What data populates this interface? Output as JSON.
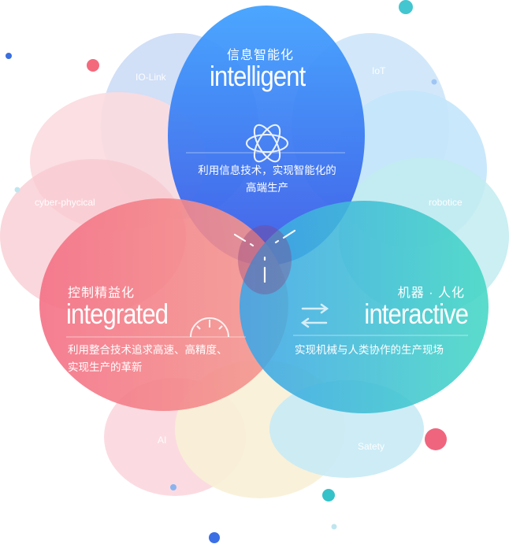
{
  "outer_labels": {
    "io_link": "IO-Link",
    "iot": "IoT",
    "cyber": "cyber-phycical",
    "robotice": "robotice",
    "ai": "AI",
    "safety": "Satety"
  },
  "intelligent": {
    "cn": "信息智能化",
    "en": "intelligent",
    "desc_line1": "利用信息技术，实现智能化的",
    "desc_line2": "高端生产",
    "icon": "atom-icon"
  },
  "integrated": {
    "cn": "控制精益化",
    "en": "integrated",
    "desc_line1": "利用整合技术追求高速、高精度、",
    "desc_line2": "实现生产的革新",
    "icon": "gauge-icon"
  },
  "interactive": {
    "cn": "机器 · 人化",
    "en": "interactive",
    "desc": "实现机械与人类协作的生产现场",
    "icon": "swap-arrows-icon"
  },
  "colors": {
    "blue": "#3d7ff5",
    "red": "#f06a80",
    "teal": "#3fc8d2"
  }
}
